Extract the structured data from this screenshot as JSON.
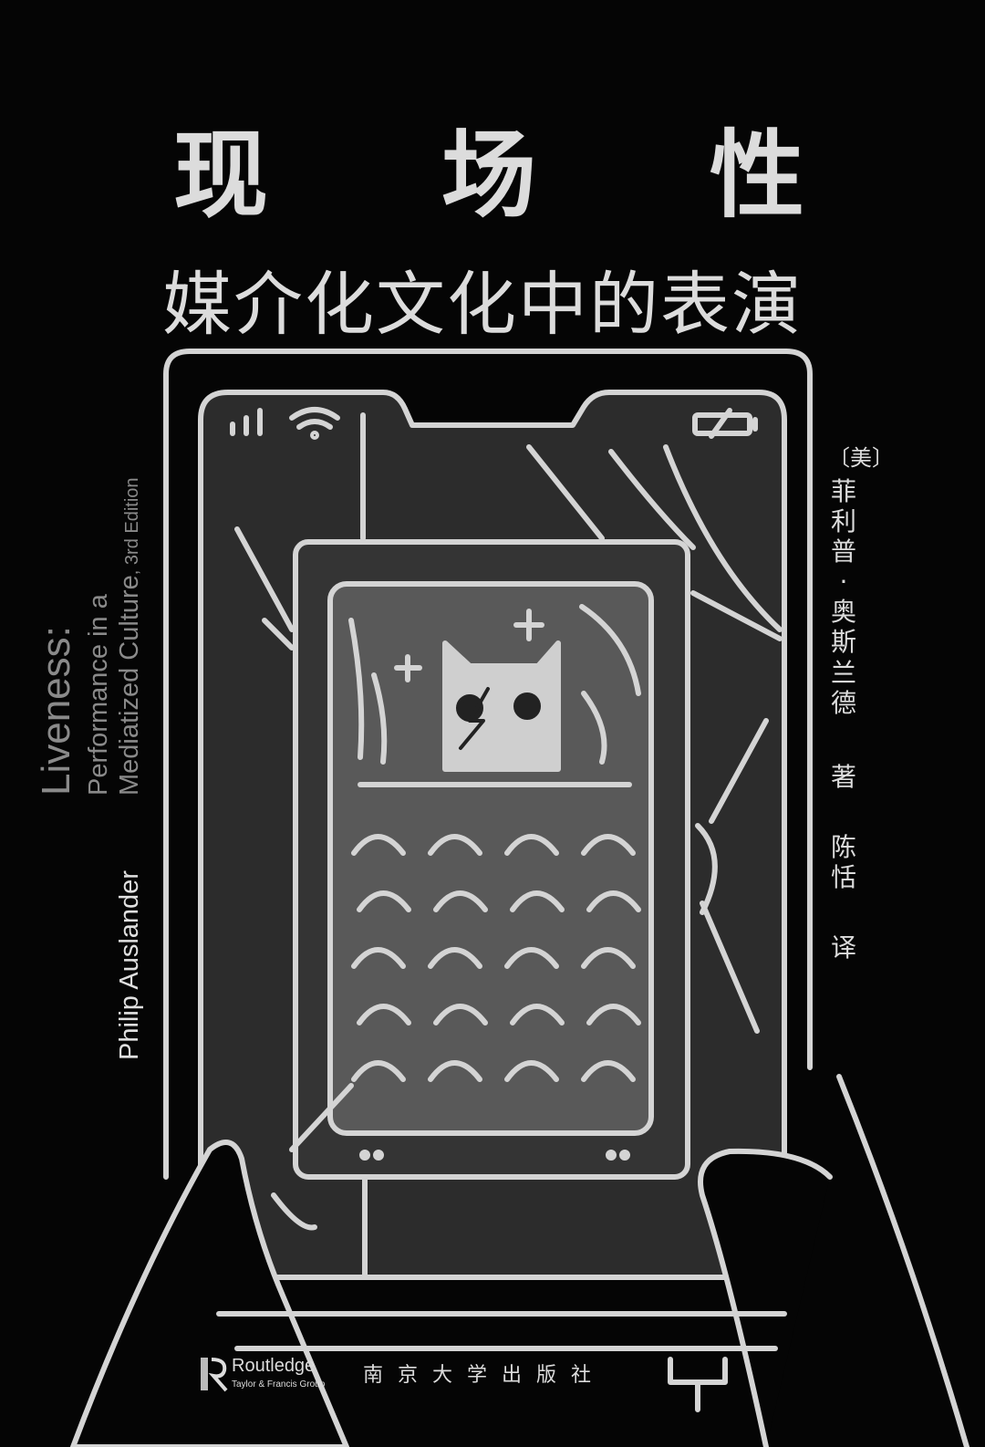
{
  "cover": {
    "title_chars": [
      "现",
      "场",
      "性"
    ],
    "subtitle": "媒介化文化中的表演",
    "en_title": "Liveness:",
    "en_subtitle_line1": "Performance in a",
    "en_subtitle_line2": "Mediatized Culture",
    "en_edition": ", 3rd Edition",
    "en_author": "Philip Auslander",
    "author_cn": {
      "nationality": "〔美〕",
      "name_chars": [
        "菲",
        "利",
        "普",
        "·",
        "奥",
        "斯",
        "兰",
        "德"
      ],
      "role": "著",
      "translator_chars": [
        "陈",
        "恬"
      ],
      "translator_role": "译"
    },
    "publisher_cn": "南京大学出版社",
    "publisher_en": "Routledge",
    "publisher_en_sub": "Taylor & Francis Group",
    "logo_text": "ROUTLEDGE"
  },
  "colors": {
    "background": "#050505",
    "line": "#d4d4d4",
    "gray_text": "#8a8a8a",
    "phone_fill": "#2e2e2e",
    "screen_fill": "#5a5a5a"
  }
}
